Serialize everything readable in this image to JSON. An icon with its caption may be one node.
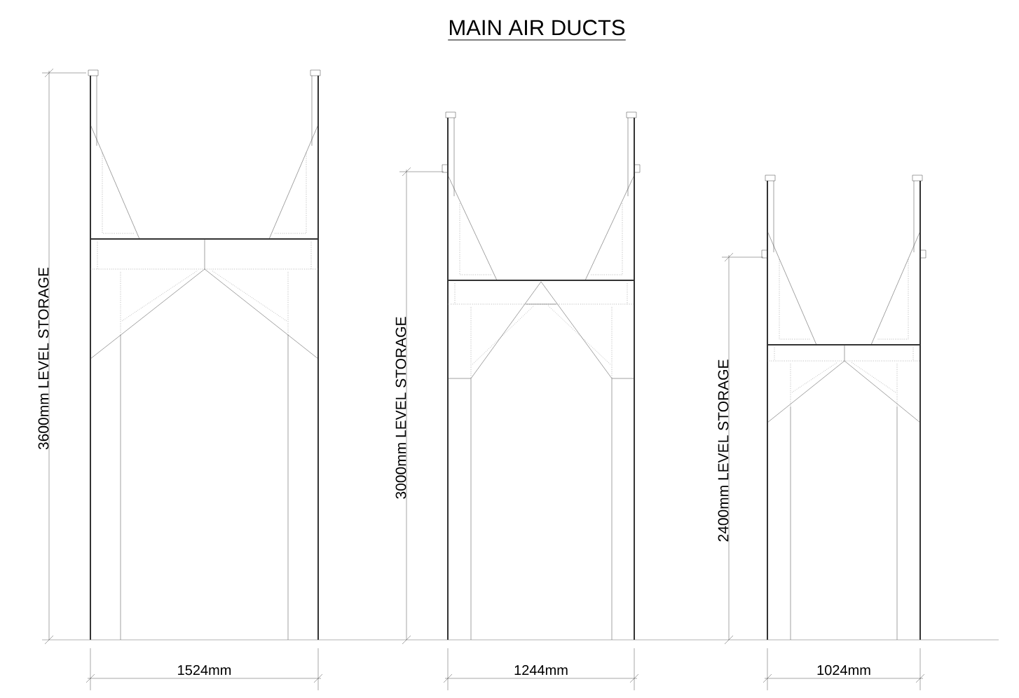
{
  "diagram": {
    "title": "MAIN AIR DUCTS",
    "labels": [
      "3600mm LEVEL STORAGE",
      "3000mm LEVEL STORAGE",
      "2400mm LEVEL STORAGE",
      "1524mm",
      "1244mm",
      "1024mm"
    ]
  }
}
